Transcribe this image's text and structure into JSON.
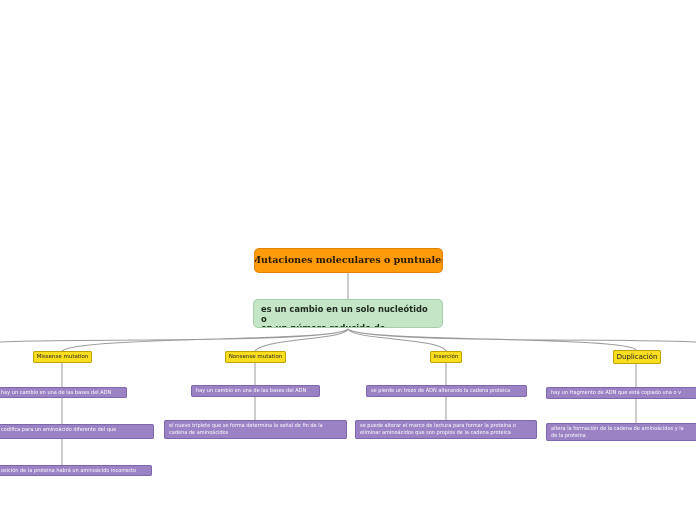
{
  "root": {
    "label": "Mutaciones moleculares o puntuales"
  },
  "subtopic": {
    "label": "es un cambio en un solo nucleótido o\nen un número reducido de nucleótidos"
  },
  "categories": [
    {
      "label": "Missense mutation",
      "details": [
        "hay un cambio en una de las bases del ADN",
        "codifica para un aminoácido diferente del que",
        "osición de la proteina habrá un aminoácido incorrecto"
      ]
    },
    {
      "label": "Nonsense mutation",
      "details": [
        "hay un cambio en una de las bases del ADN",
        "el nuevo triplete que se forma determina la señal de fin de la\ncadena de aminoácidos"
      ]
    },
    {
      "label": "Inserción",
      "details": [
        "se pierde un trozo de ADN alterando la cadena proteica",
        "se puede alterar el marco de lectura para formar la proteina o\neliminar aminoácidos que son propios de la cadena proteica"
      ]
    },
    {
      "label": "Duplicación",
      "details": [
        "hay un fragmento de ADN que está copiado una o v",
        "altera la formación de la cadena de aminoácidos y la\nde la proteina"
      ]
    }
  ]
}
